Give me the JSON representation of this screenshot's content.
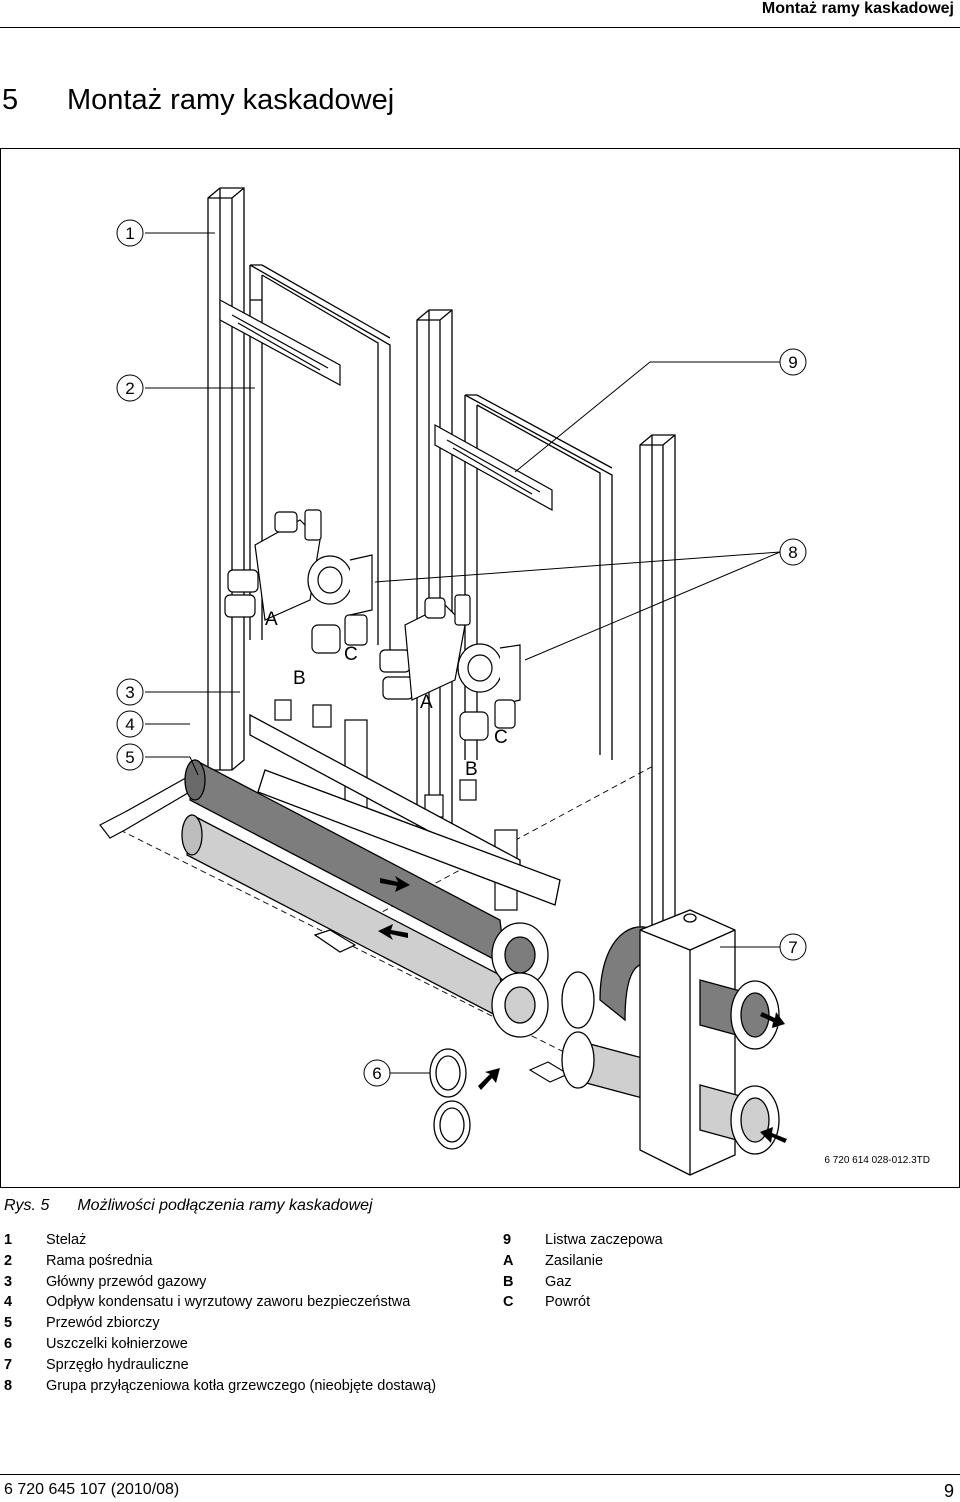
{
  "header": {
    "running_title": "Montaż ramy kaskadowej"
  },
  "section": {
    "number": "5",
    "title": "Montaż ramy kaskadowej"
  },
  "figure": {
    "callouts": [
      "1",
      "2",
      "3",
      "4",
      "5",
      "6",
      "7",
      "8",
      "9"
    ],
    "letter_labels": [
      "A",
      "B",
      "C",
      "A",
      "B",
      "C"
    ],
    "code": "6 720 614 028-012.3TD"
  },
  "caption": {
    "label": "Rys. 5",
    "text": "Możliwości podłączenia ramy kaskadowej"
  },
  "legend_left": [
    {
      "key": "1",
      "text": "Stelaż"
    },
    {
      "key": "2",
      "text": "Rama pośrednia"
    },
    {
      "key": "3",
      "text": "Główny przewód gazowy"
    },
    {
      "key": "4",
      "text": "Odpływ kondensatu i wyrzutowy zaworu bezpieczeństwa"
    },
    {
      "key": "5",
      "text": "Przewód zbiorczy"
    },
    {
      "key": "6",
      "text": "Uszczelki kołnierzowe"
    },
    {
      "key": "7",
      "text": "Sprzęgło hydrauliczne"
    },
    {
      "key": "8",
      "text": "Grupa przyłączeniowa kotła grzewczego (nieobjęte dostawą)"
    }
  ],
  "legend_right": [
    {
      "key": "9",
      "text": "Listwa zaczepowa"
    },
    {
      "key": "A",
      "text": "Zasilanie"
    },
    {
      "key": "B",
      "text": "Gaz"
    },
    {
      "key": "C",
      "text": "Powrót"
    }
  ],
  "footer": {
    "doc_code": "6 720 645 107 (2010/08)",
    "page_number": "9"
  }
}
